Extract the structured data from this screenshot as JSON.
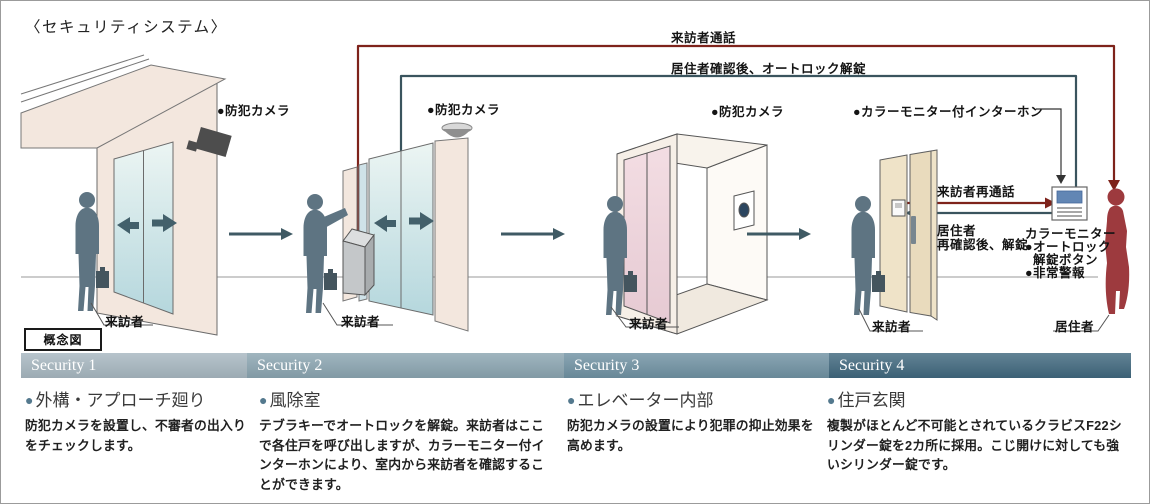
{
  "page_title": "〈セキュリティシステム〉",
  "badge": "概念図",
  "section_bullet": "●",
  "colors": {
    "red_line": "#7e231b",
    "teal_line": "#3a545e",
    "section_bullet": "#54798e",
    "resident_silhouette": "#9d3a3e",
    "visitor_silhouette": "#5e7482"
  },
  "flows": {
    "visitor_call": "来訪者通話",
    "resident_unlock": "居住者確認後、オートロック解錠",
    "visitor_recall": "来訪者再通話",
    "resident_recheck": [
      "居住者",
      "再確認後、解錠"
    ]
  },
  "devices": {
    "camera_entrance": "●防犯カメラ",
    "camera_lobby": "●防犯カメラ",
    "camera_elevator": "●防犯カメラ",
    "intercom": "●カラーモニター付インターホン",
    "color_monitor": "カラーモニター",
    "autolock": [
      "●オートロック",
      "解錠ボタン"
    ],
    "alarm": "●非常警報"
  },
  "people": {
    "visitor": "来訪者",
    "resident": "居住者"
  },
  "sections": [
    {
      "header": "Security 1",
      "header_color": "#a7b7c0",
      "title": "外構・アプローチ廻り",
      "body": "防犯カメラを設置し、不審者の出入りをチェックします。"
    },
    {
      "header": "Security 2",
      "header_color": "#8ba5b1",
      "title": "風除室",
      "body": "テブラキーでオートロックを解錠。来訪者はここで各住戸を呼び出しますが、カラーモニター付インターホンにより、室内から来訪者を確認することができます。"
    },
    {
      "header": "Security 3",
      "header_color": "#7092a3",
      "title": "エレベーター内部",
      "body": "防犯カメラの設置により犯罪の抑止効果を高めます。"
    },
    {
      "header": "Security 4",
      "header_color": "#40687e",
      "title": "住戸玄関",
      "body": "複製がほとんど不可能とされているクラビスF22シリンダー錠を2カ所に採用。こじ開けに対しても強いシリンダー錠です。"
    }
  ]
}
